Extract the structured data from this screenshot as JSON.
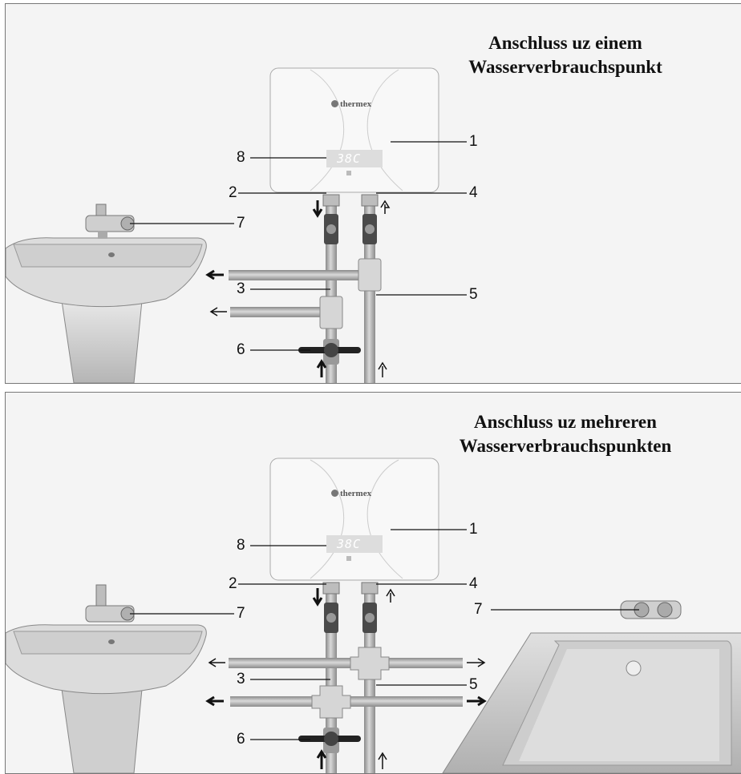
{
  "panel_one": {
    "title_line1": "Anschluss uz einem",
    "title_line2": "Wasserverbrauchspunkt",
    "brand": "thermex",
    "display_value": "38C",
    "labels": {
      "l1": "1",
      "l2": "2",
      "l3": "3",
      "l4": "4",
      "l5": "5",
      "l6": "6",
      "l7": "7",
      "l8": "8"
    }
  },
  "panel_two": {
    "title_line1": "Anschluss uz mehreren",
    "title_line2": "Wasserverbrauchspunkten",
    "brand": "thermex",
    "display_value": "38C",
    "labels": {
      "l1": "1",
      "l2": "2",
      "l3": "3",
      "l4": "4",
      "l5": "5",
      "l6": "6",
      "l7a": "7",
      "l7b": "7",
      "l8": "8"
    }
  },
  "colors": {
    "background": "#f4f4f4",
    "pipe": "#a9a9a9",
    "heater": "#f7f7f7",
    "valve": "#4a4a4a",
    "arrow": "#111111"
  }
}
